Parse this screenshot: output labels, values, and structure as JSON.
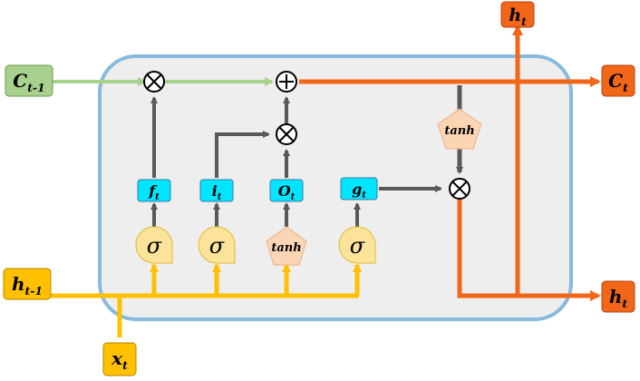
{
  "inputs": {
    "c_prev": {
      "main": "C",
      "sub": "t-1"
    },
    "h_prev": {
      "main": "h",
      "sub": "t-1"
    },
    "x": {
      "main": "x",
      "sub": "t"
    }
  },
  "outputs": {
    "c": {
      "main": "C",
      "sub": "t"
    },
    "h_right": {
      "main": "h",
      "sub": "t"
    },
    "h_top": {
      "main": "h",
      "sub": "t"
    }
  },
  "gates": {
    "f": {
      "main": "f",
      "sub": "t"
    },
    "i": {
      "main": "i",
      "sub": "t"
    },
    "o": {
      "main": "O",
      "sub": "t"
    },
    "g": {
      "main": "g",
      "sub": "t"
    }
  },
  "activations": {
    "sigma1": "σ",
    "sigma2": "σ",
    "tanh1": "tanh",
    "sigma3": "σ",
    "tanh2": "tanh"
  },
  "operators": {
    "mult1": "⊗",
    "add": "⊕",
    "mult2": "⊗",
    "mult3": "⊗"
  },
  "colors": {
    "cell_border": "#89b9dc",
    "cell_fill": "#eeeeee",
    "cell_state_in": "#a9d18e",
    "cell_state_out": "#f2661a",
    "input_line": "#ffc000",
    "gray_arrow": "#595959",
    "gate_box": "#00e5ff",
    "sigma_fill": "#fbe39a",
    "tanh_fill": "#fcd5b5",
    "c_prev_box": "#a9d18e",
    "h_prev_box": "#ffc000",
    "output_box": "#f2661a"
  }
}
